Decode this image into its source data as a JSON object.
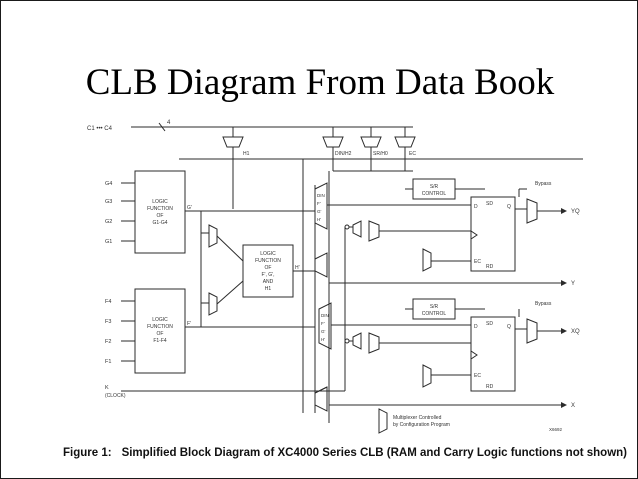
{
  "slide": {
    "title": "CLB Diagram From Data Book"
  },
  "figure": {
    "label": "Figure 1:",
    "caption": "Simplified Block Diagram of XC4000 Series CLB (RAM and Carry Logic functions not shown)"
  },
  "diagram": {
    "top_bus": "C1 ••• C4",
    "bus_width": "4",
    "g_inputs": [
      "G4",
      "G3",
      "G2",
      "G1"
    ],
    "f_inputs": [
      "F4",
      "F3",
      "F2",
      "F1"
    ],
    "k_input": "K",
    "k_input_sub": "(CLOCK)",
    "top_mux_labels": [
      "H1",
      "DIN/H2",
      "SR/H0",
      "EC"
    ],
    "g_block": [
      "LOGIC",
      "FUNCTION",
      "OF",
      "G1-G4"
    ],
    "f_block": [
      "LOGIC",
      "FUNCTION",
      "OF",
      "F1-F4"
    ],
    "h_block": [
      "LOGIC",
      "FUNCTION",
      "OF",
      "F', G',",
      "AND",
      "H1"
    ],
    "block_out_g": "G'",
    "block_out_f": "F'",
    "block_out_h": "H'",
    "sr_control": [
      "S/R",
      "CONTROL"
    ],
    "ff_labels": {
      "d": "D",
      "q": "Q",
      "sd": "SD",
      "rd": "RD",
      "ec": "EC"
    },
    "mux_in_labels": [
      "DIN",
      "F'",
      "G'",
      "H'"
    ],
    "bypass_label": "Bypass",
    "outputs": [
      "YQ",
      "Y",
      "XQ",
      "X"
    ],
    "legend": [
      "Multiplexer Controlled",
      "by Configuration Program"
    ],
    "part_code": "X6692"
  },
  "colors": {
    "line": "#2b2b2b",
    "border": "#1a1a1a"
  }
}
